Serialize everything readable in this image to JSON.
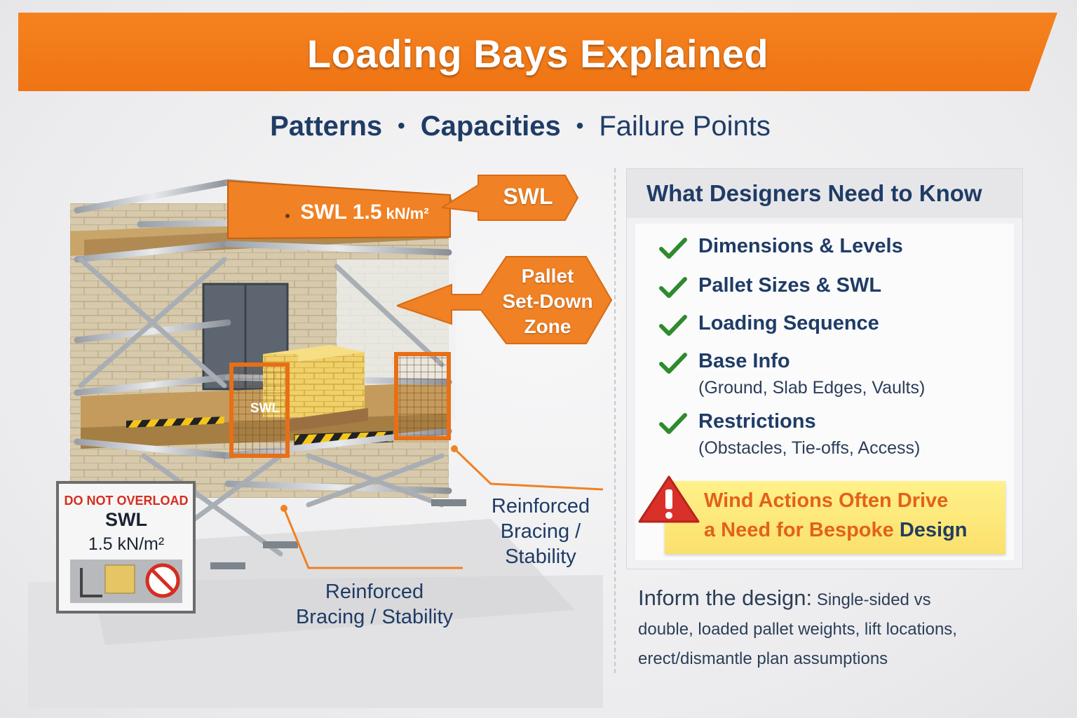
{
  "header": {
    "title": "Loading Bays Explained",
    "subtitle": {
      "part1": "Patterns",
      "sep1": "•",
      "part2": "Capacities",
      "sep2": "•",
      "part3": "Failure Points"
    }
  },
  "illustration": {
    "deck_sign": {
      "main": "SWL 1.5",
      "unit": "kN/m²"
    },
    "gate_label": "SWL",
    "callouts": {
      "swl": "SWL",
      "pallet_zone": [
        "Pallet",
        "Set-Down",
        "Zone"
      ]
    },
    "labels": {
      "bracing_right": [
        "Reinforced",
        "Bracing /",
        "Stability"
      ],
      "bracing_bottom": [
        "Reinforced",
        "Bracing / Stability"
      ]
    },
    "warning_sign": {
      "heading": "DO NOT OVERLOAD",
      "line1": "SWL",
      "line2": "1.5 kN/m²"
    }
  },
  "panel": {
    "title": "What Designers Need to Know",
    "items": [
      {
        "label": "Dimensions & Levels",
        "sub": ""
      },
      {
        "label": "Pallet Sizes & SWL",
        "sub": ""
      },
      {
        "label": "Loading Sequence",
        "sub": ""
      },
      {
        "label": "Base Info",
        "sub": "(Ground, Slab Edges, Vaults)"
      },
      {
        "label": "Restrictions",
        "sub": "(Obstacles, Tie-offs, Access)"
      }
    ],
    "warning": {
      "line1": "Wind Actions Often Drive",
      "line2_part1": "a Need for Bespoke",
      "line2_part2": "Design"
    }
  },
  "footer": {
    "lead": "Inform the design:",
    "text1": "Single-sided vs",
    "text2": "double, loaded pallet weights, lift locations,",
    "text3": "erect/dismantle plan assumptions"
  },
  "colors": {
    "orange": "#f5821f",
    "navy": "#1f3c66",
    "check_green": "#2e8b2e",
    "warning_yellow": "#fbe06c",
    "warning_red": "#d9312a"
  }
}
